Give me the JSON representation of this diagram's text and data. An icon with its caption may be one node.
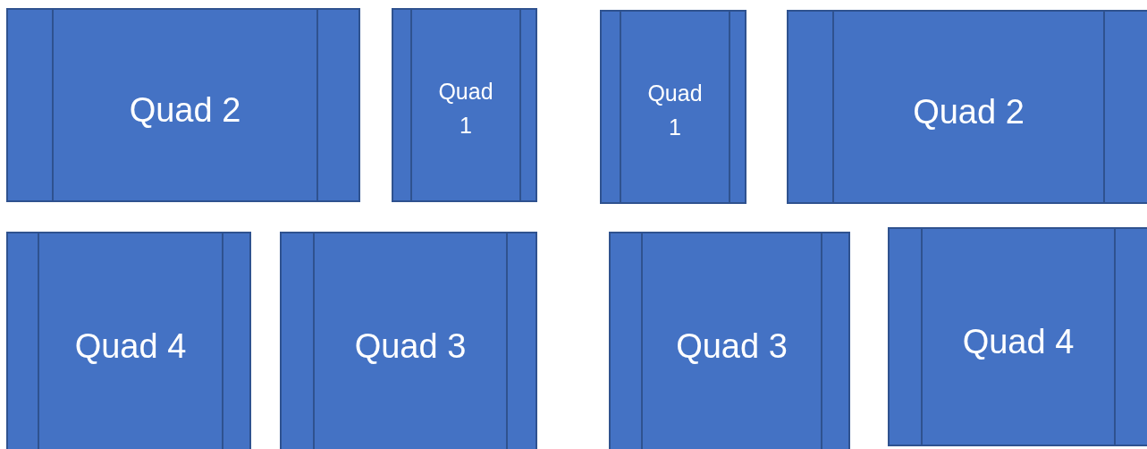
{
  "diagram": {
    "nodes": [
      {
        "text": [
          "Quad 2"
        ]
      },
      {
        "text": [
          "Quad 1"
        ]
      },
      {
        "text": [
          "Quad 1"
        ]
      },
      {
        "text": [
          "Quad 2"
        ]
      },
      {
        "text": [
          "Quad 4"
        ]
      },
      {
        "text": [
          "Quad 3"
        ]
      },
      {
        "text": [
          "Quad 3"
        ]
      },
      {
        "text": [
          "Quad 4"
        ]
      }
    ]
  }
}
